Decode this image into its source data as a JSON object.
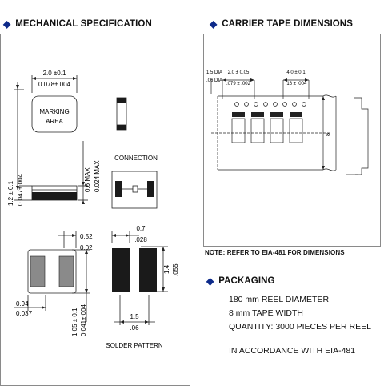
{
  "headers": {
    "mechanical": "MECHANICAL SPECIFICATION",
    "carrier": "CARRIER TAPE DIMENSIONS",
    "packaging": "PACKAGING"
  },
  "mechanical": {
    "top_width_mm": "2.0 ±0.1",
    "top_width_in": "0.078±.004",
    "marking_line1": "MARKING",
    "marking_line2": "AREA",
    "height_mm": "1.2 ± 0.1",
    "height_in": "0.047±.004",
    "thickness_mm": "0.6 MAX",
    "thickness_in": "0.024 MAX",
    "connection_label": "CONNECTION",
    "pad_w_mm": "0.52",
    "pad_w_in": "0.02",
    "pad_gap_mm": "0.94",
    "pad_gap_in": "0.037",
    "pad_h_mm": "1.05 ± 0.1",
    "pad_h_in": "0.041±.004",
    "solder_w_mm": "0.7",
    "solder_w_in": ".028",
    "solder_h_mm": "1.4",
    "solder_h_in": ".055",
    "solder_pitch_mm": "1.5",
    "solder_pitch_in": ".06",
    "solder_label": "SOLDER PATTERN"
  },
  "carrier": {
    "hole_dia_mm": "1.5 DIA",
    "hole_dia_in": ".06 DIA",
    "pitch1_mm": "2.0 ± 0.05",
    "pitch1_in": ".079 ± .002",
    "pitch2_mm": "4.0 ± 0.1",
    "pitch2_in": ".16 ± .004",
    "width_label": "8",
    "note": "NOTE: REFER TO EIA-481 FOR DIMENSIONS"
  },
  "packaging": {
    "lines": [
      "180 mm REEL DIAMETER",
      "8 mm TAPE WIDTH",
      "QUANTITY: 3000 PIECES PER REEL"
    ],
    "accordance": "IN ACCORDANCE WITH EIA-481"
  },
  "colors": {
    "bullet": "#0d2a8a",
    "border": "#8a8a8a",
    "fill": "#1a1a1a"
  }
}
